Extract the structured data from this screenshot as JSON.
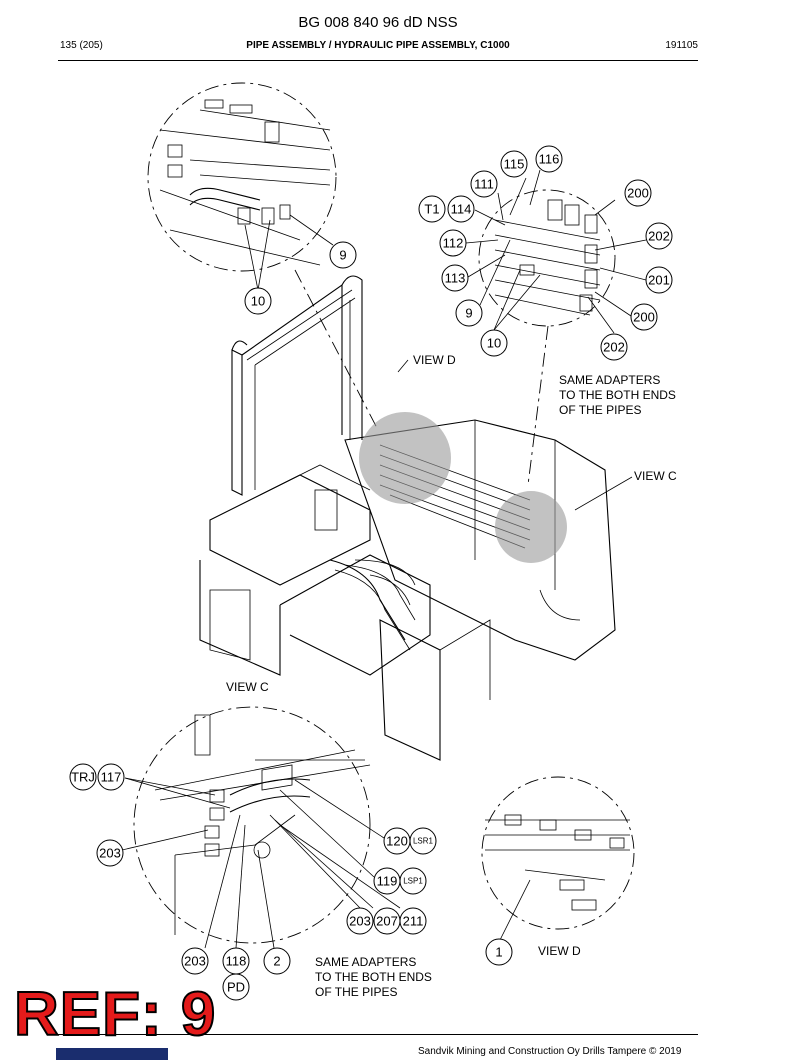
{
  "header": {
    "doc_number": "BG 008 840 96 dD NSS",
    "page": "135 (205)",
    "section_title": "PIPE ASSEMBLY / HYDRAULIC PIPE ASSEMBLY, C1000",
    "date_code": "191105"
  },
  "views": {
    "view_d_top": "VIEW D",
    "view_c_main": "VIEW C",
    "view_c_detail": "VIEW C",
    "view_d_detail": "VIEW D"
  },
  "notes": {
    "top_line1": "SAME ADAPTERS",
    "top_line2": "TO THE BOTH ENDS",
    "top_line3": "OF THE PIPES",
    "bottom_line1": "SAME ADAPTERS",
    "bottom_line2": "TO THE BOTH ENDS",
    "bottom_line3": "OF THE PIPES"
  },
  "callouts": {
    "c9_top": "9",
    "c10_top": "10",
    "c115": "115",
    "c116": "116",
    "c111": "111",
    "c200a": "200",
    "cT1": "T1",
    "c114": "114",
    "c202a": "202",
    "c112": "112",
    "c113": "113",
    "c201": "201",
    "c9_c": "9",
    "c200b": "200",
    "c10_c": "10",
    "c202b": "202",
    "cTRJ": "TRJ",
    "c117": "117",
    "c120": "120",
    "cLSR1": "LSR1",
    "c203a": "203",
    "c119": "119",
    "cLSP1": "LSP1",
    "c203b": "203",
    "c207": "207",
    "c211": "211",
    "c203c": "203",
    "c118": "118",
    "c2": "2",
    "cPD": "PD",
    "c1": "1"
  },
  "stamp": "REF: 9",
  "footer": "Sandvik Mining and Construction Oy Drills Tampere © 2019"
}
